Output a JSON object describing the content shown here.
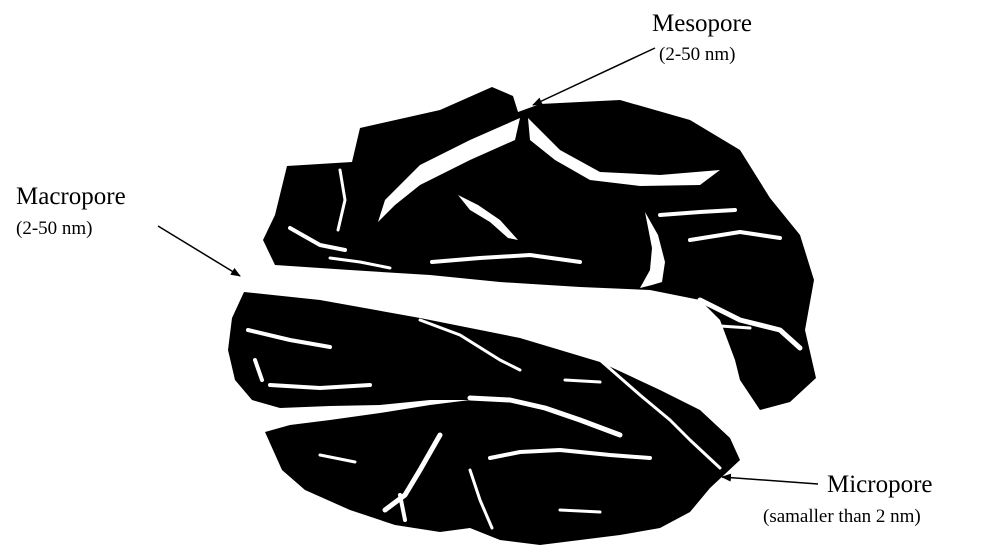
{
  "labels": {
    "mesopore": {
      "name": "Mesopore",
      "range": "(2-50 nm)"
    },
    "macropore": {
      "name": "Macropore",
      "range": "(2-50 nm)"
    },
    "micropore": {
      "name": "Micropore",
      "range": "(samaller than 2 nm)"
    }
  },
  "colors": {
    "particle": "#000000",
    "pore": "#ffffff",
    "background": "#ffffff"
  }
}
